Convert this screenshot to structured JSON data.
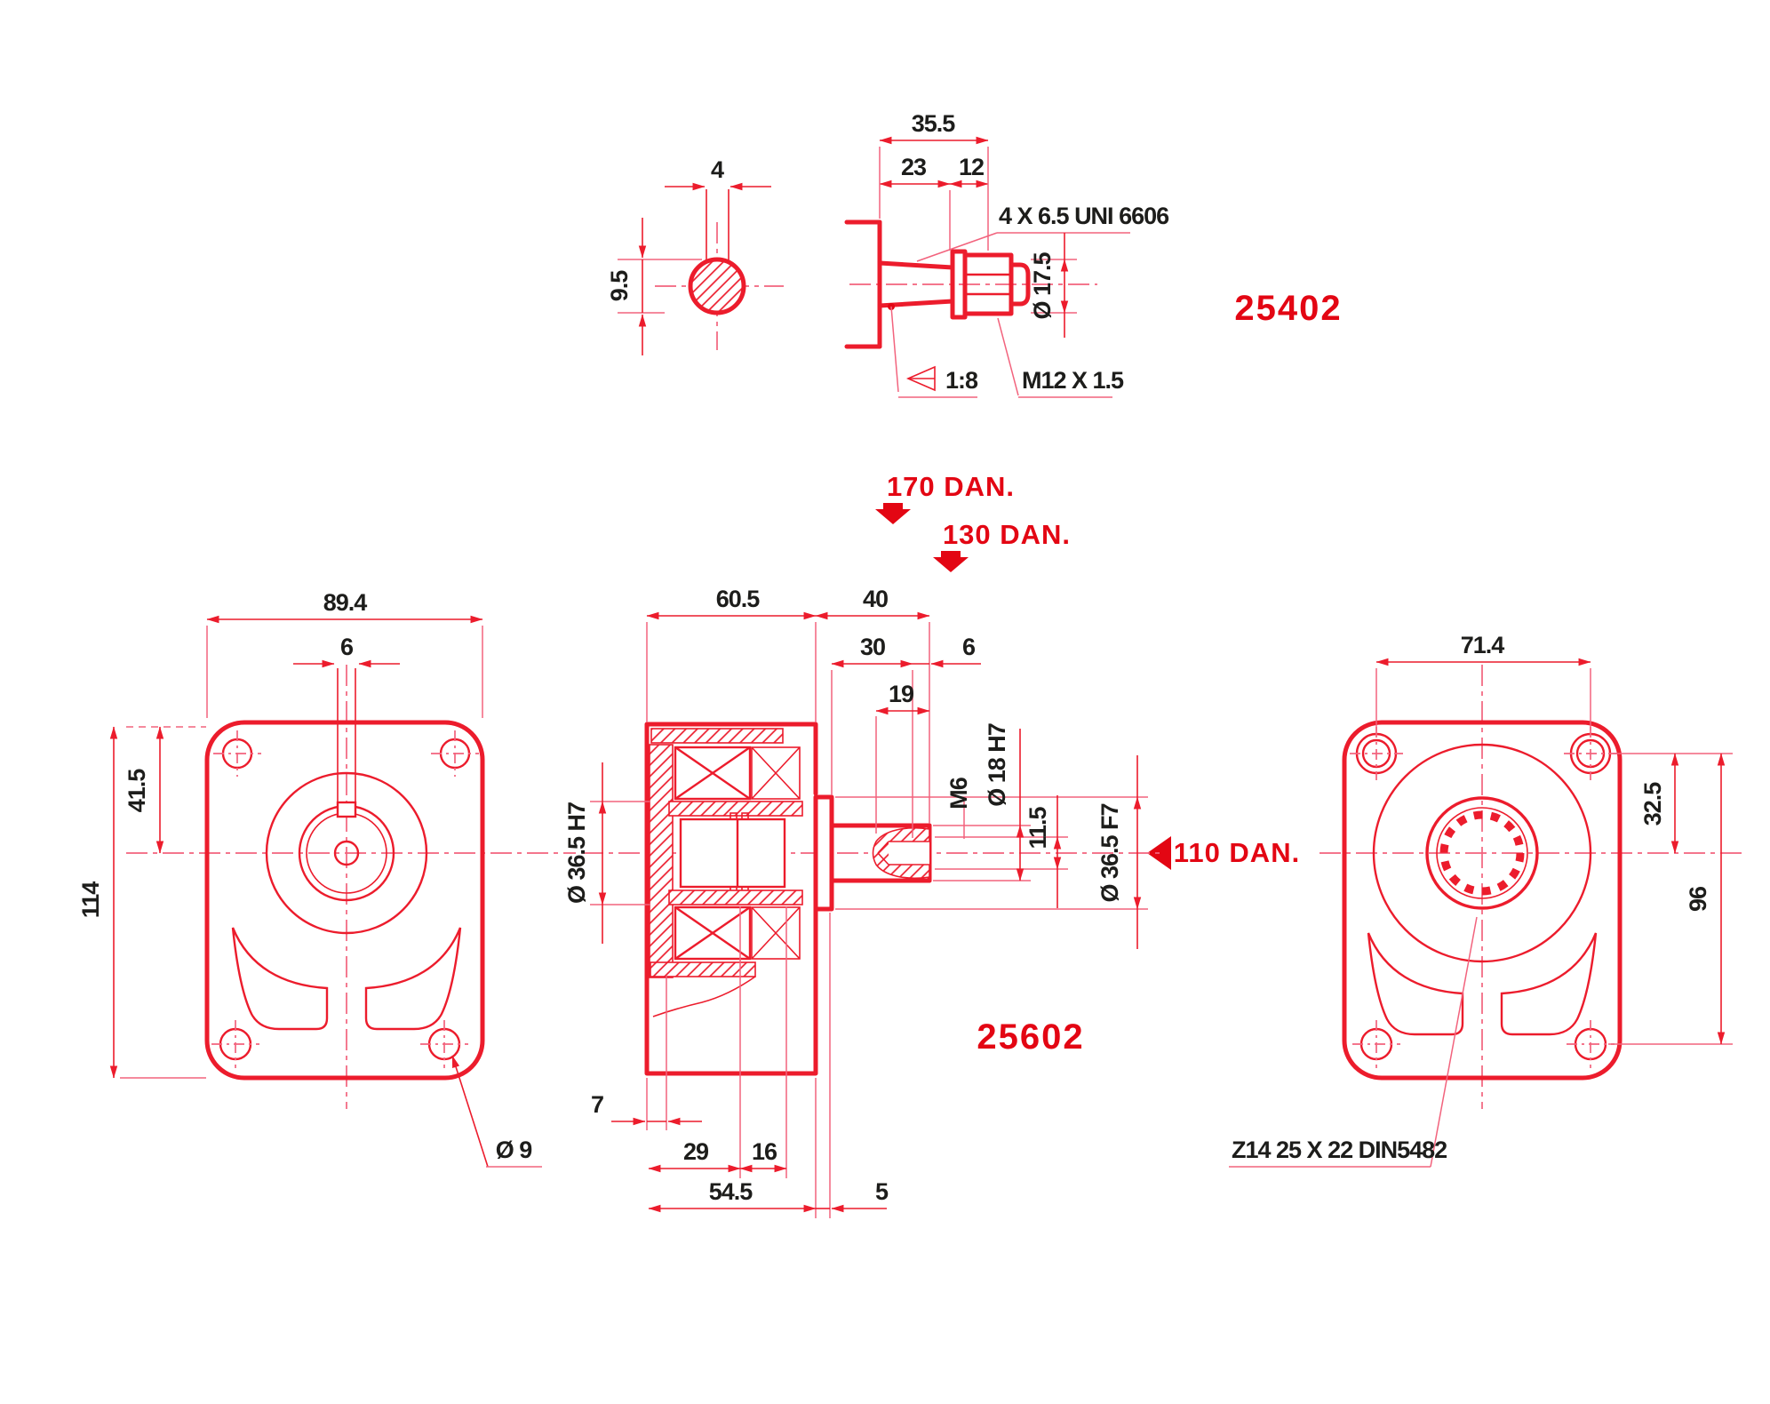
{
  "colors": {
    "line_red": "#ec1c2c",
    "pink_line": "#f2637d",
    "dim_text_black": "#1d1d1b",
    "label_red": "#e30613",
    "background": "#ffffff"
  },
  "part_numbers": {
    "detail": "25402",
    "assembly": "25602"
  },
  "force_labels": {
    "axial_top": "170 DAN.",
    "axial_mid": "130 DAN.",
    "radial": "110 DAN."
  },
  "shaft_end_section": {
    "key_width": "4",
    "diameter": "9.5"
  },
  "shaft_detail": {
    "overall": "35.5",
    "taper_length": "23",
    "thread_length": "12",
    "mount_holes": "4 X 6.5 UNI 6606",
    "nut_diameter": "Ø 17.5",
    "taper_ratio": "1:8",
    "thread": "M12 X 1.5"
  },
  "front_view": {
    "width": "89.4",
    "key_slot": "6",
    "center_offset": "41.5",
    "height": "114",
    "bolt_hole": "Ø 9"
  },
  "section_view": {
    "housing_len": "60.5",
    "shaft_len": "40",
    "len_30": "30",
    "len_6": "6",
    "thread_depth": "19",
    "thread": "M6",
    "shaft_dia": "Ø 18 H7",
    "flat": "11.5",
    "housing_bore": "Ø 36.5 H7",
    "spigot_dia": "Ø 36.5 F7",
    "len_7": "7",
    "len_29": "29",
    "len_16": "16",
    "len_54_5": "54.5",
    "len_5": "5"
  },
  "rear_view": {
    "bolt_spacing_x": "71.4",
    "center_offset": "32.5",
    "bolt_spacing_y": "96",
    "spline": "Z14 25 X 22 DIN5482"
  }
}
